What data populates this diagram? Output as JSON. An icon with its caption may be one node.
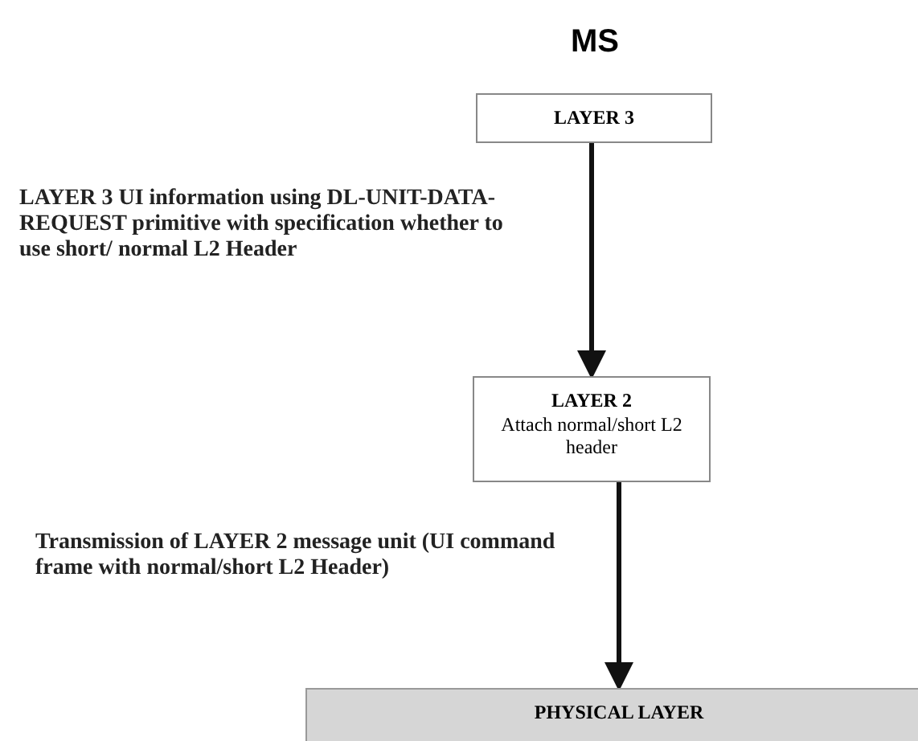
{
  "diagram": {
    "title": "MS",
    "nodes": [
      {
        "text": [
          "LAYER 3"
        ]
      },
      {
        "text": [
          "LAYER 2",
          "Attach normal/short L2 header"
        ]
      },
      {
        "text": [
          "PHYSICAL LAYER"
        ]
      }
    ],
    "edges": [
      {
        "from": 0,
        "to": 1,
        "arrow": "to",
        "label": "LAYER 3 UI information using DL-UNIT-DATA-REQUEST primitive with specification whether to use short/ normal L2 Header"
      },
      {
        "from": 1,
        "to": 2,
        "arrow": "to",
        "label": "Transmission of LAYER 2 message unit (UI command frame with normal/short L2 Header)"
      }
    ]
  }
}
